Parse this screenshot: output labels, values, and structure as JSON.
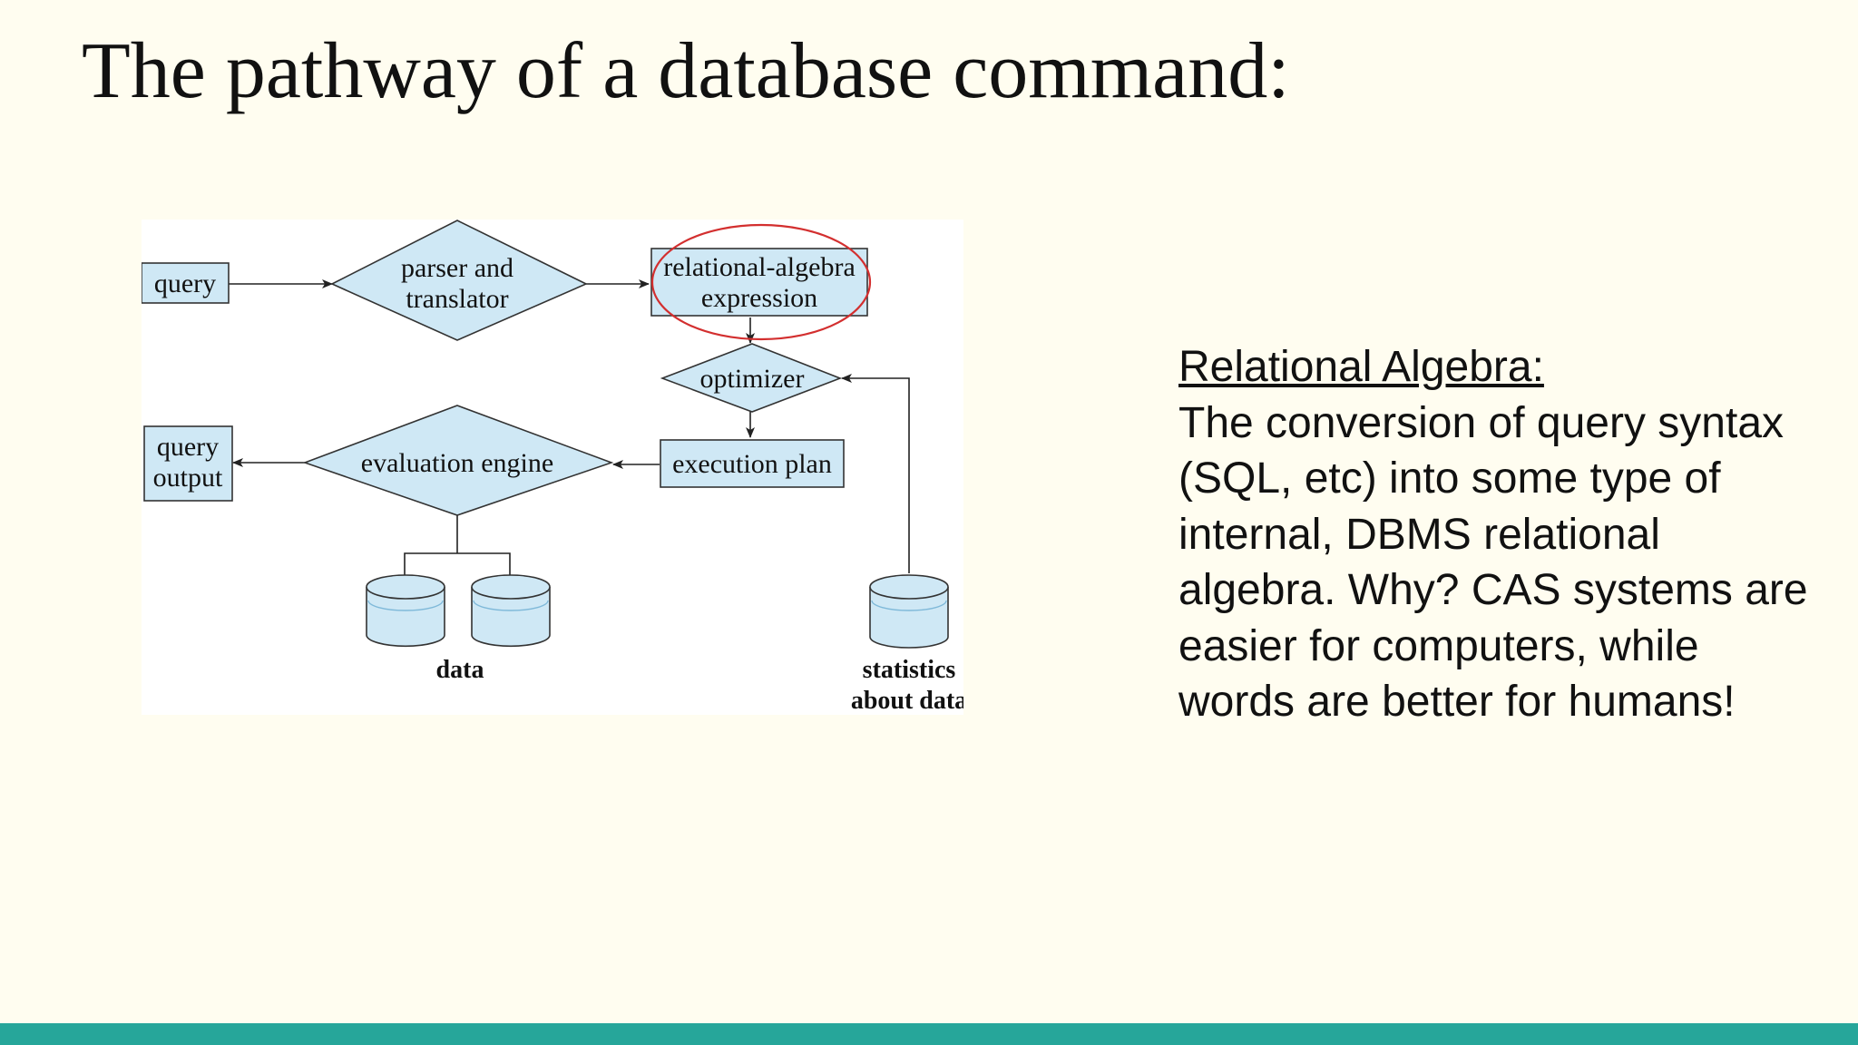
{
  "slide": {
    "title": "The pathway of a database command:",
    "side_heading": "Relational Algebra:",
    "side_body": "The conversion of query syntax (SQL, etc) into some type of internal, DBMS relational algebra. Why? CAS systems are easier for computers, while words are better for humans!"
  },
  "diagram": {
    "query": "query",
    "parser_line1": "parser and",
    "parser_line2": "translator",
    "relalg_line1": "relational-algebra",
    "relalg_line2": "expression",
    "optimizer": "optimizer",
    "execution_plan": "execution plan",
    "evaluation_engine": "evaluation engine",
    "output_line1": "query",
    "output_line2": "output",
    "data": "data",
    "stats_line1": "statistics",
    "stats_line2": "about data"
  },
  "colors": {
    "shape_fill": "#cfe8f5",
    "highlight_ellipse": "#d32f2f",
    "bottom_bar": "#26a69a",
    "background": "#fffdf0"
  }
}
